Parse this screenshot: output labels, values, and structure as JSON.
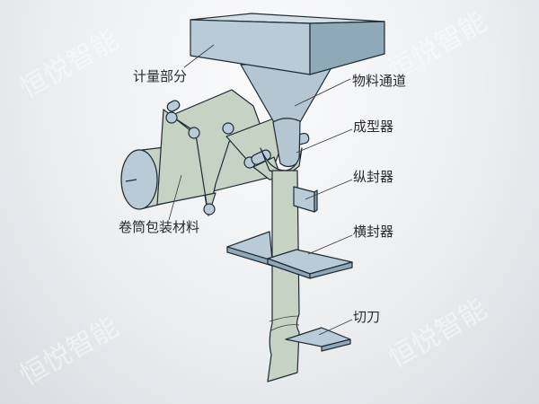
{
  "watermark": "恒悦智能",
  "labels": {
    "metering": "计量部分",
    "material_channel": "物料通道",
    "former": "成型器",
    "longitudinal_sealer": "纵封器",
    "horizontal_sealer": "横封器",
    "film_roll": "卷筒包装材料",
    "cutter": "切刀"
  },
  "colors": {
    "metal": "#b9cbd6",
    "metal_dark": "#8fa9b8",
    "film": "#c6d3c4",
    "outline": "#1f2a33"
  }
}
